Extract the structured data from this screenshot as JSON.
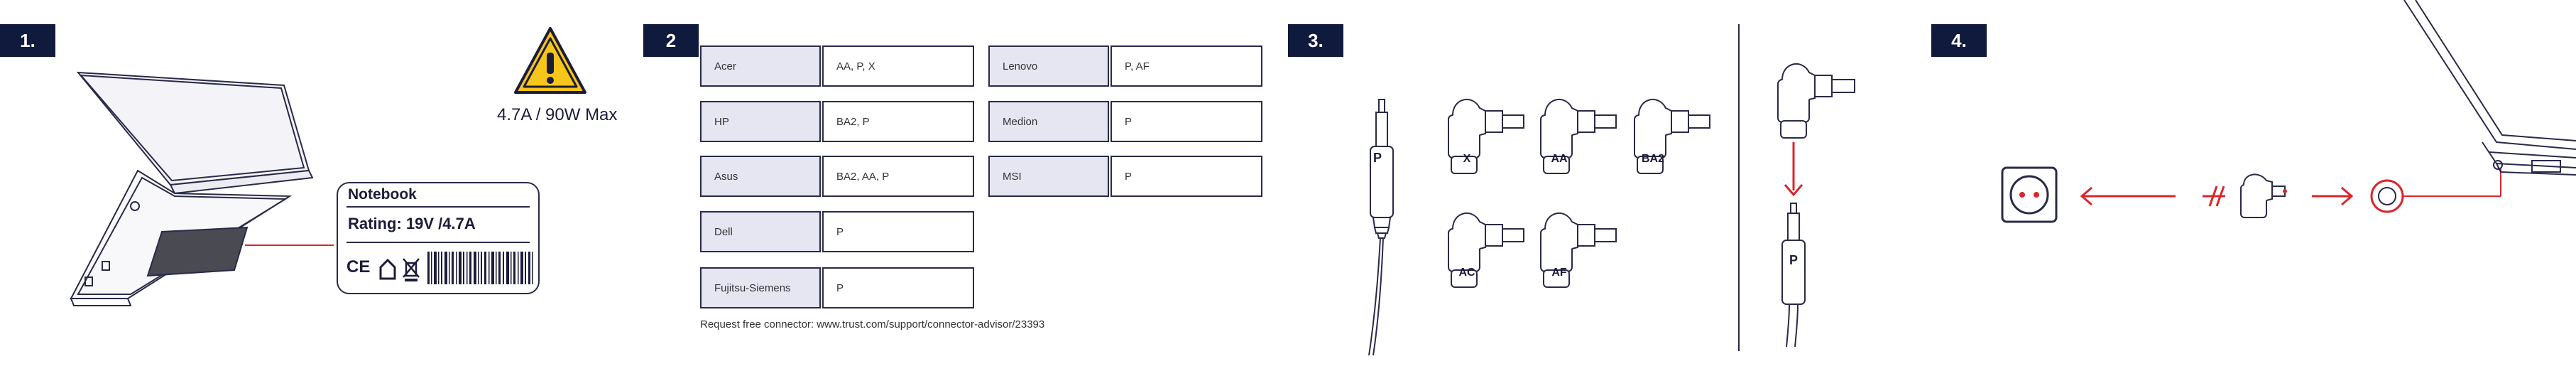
{
  "steps": [
    "1.",
    "2",
    "3.",
    "4."
  ],
  "warning_text": "4.7A / 90W Max",
  "label_card": {
    "title": "Notebook",
    "rating": "Rating: 19V /4.7A",
    "marks": "CE"
  },
  "brands_left": [
    {
      "brand": "Acer",
      "tips": "AA, P, X"
    },
    {
      "brand": "HP",
      "tips": "BA2, P"
    },
    {
      "brand": "Asus",
      "tips": "BA2, AA, P"
    },
    {
      "brand": "Dell",
      "tips": "P"
    },
    {
      "brand": "Fujitsu-Siemens",
      "tips": "P"
    }
  ],
  "brands_right": [
    {
      "brand": "Lenovo",
      "tips": "P, AF"
    },
    {
      "brand": "Medion",
      "tips": "P"
    },
    {
      "brand": "MSI",
      "tips": "P"
    }
  ],
  "request_text": "Request free connector: www.trust.com/support/connector-advisor/23393",
  "connectors": {
    "cable_tip": "P",
    "tips_row1": [
      "X",
      "AA",
      "BA2"
    ],
    "tips_row2": [
      "AC",
      "AF"
    ],
    "attach_tip": "P"
  },
  "colors": {
    "accent_red": "#d9262c",
    "navy": "#0f1a3c",
    "warning_yellow": "#f7c61a",
    "brand_cell": "#e6e6f3"
  }
}
